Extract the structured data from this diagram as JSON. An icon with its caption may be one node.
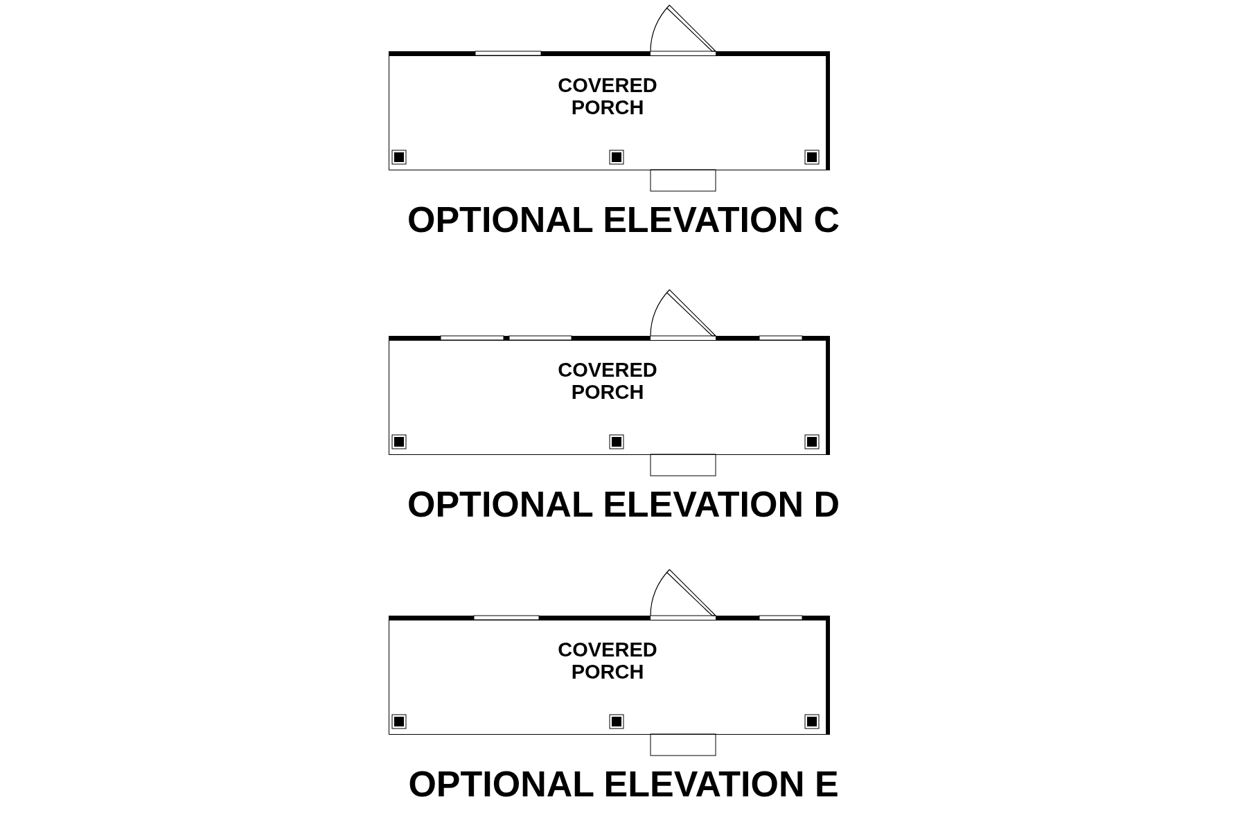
{
  "diagram": {
    "nodes": [
      {
        "text": [
          "COVERED PORCH"
        ],
        "beside": [
          "OPTIONAL ELEVATION C"
        ]
      },
      {
        "text": [
          "COVERED PORCH"
        ],
        "beside": [
          "OPTIONAL ELEVATION D"
        ]
      },
      {
        "text": [
          "COVERED PORCH"
        ],
        "beside": [
          "OPTIONAL ELEVATION E"
        ]
      }
    ]
  }
}
